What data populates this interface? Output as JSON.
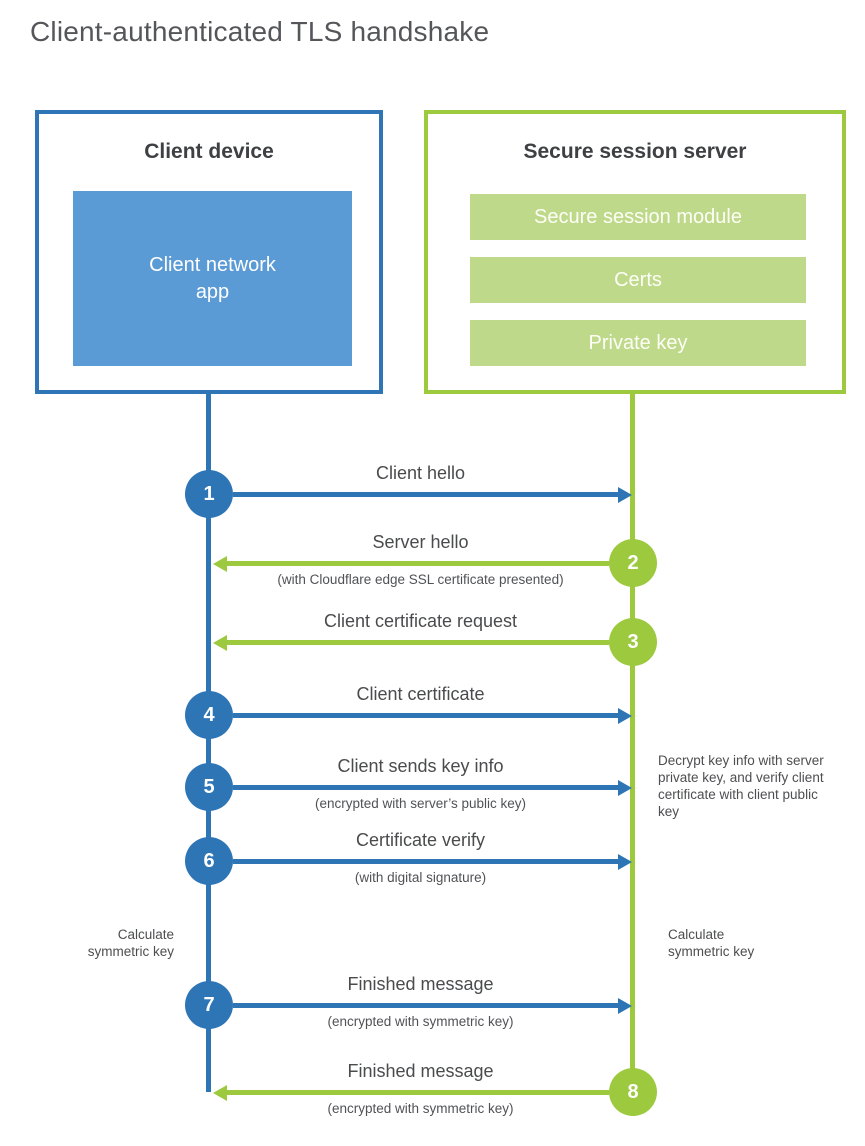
{
  "title": "Client-authenticated TLS handshake",
  "colors": {
    "client_accent": "#2e75b6",
    "client_fill": "#5b9bd5",
    "server_accent": "#9cc93e",
    "server_fill": "#bfd98a",
    "heading_text": "#55565a",
    "label_text": "#4a4b4d"
  },
  "client_box": {
    "title": "Client device",
    "app": "Client network\napp"
  },
  "server_box": {
    "title": "Secure session server",
    "modules": [
      "Secure session module",
      "Certs",
      "Private key"
    ]
  },
  "steps": [
    {
      "num": "1",
      "label": "Client hello",
      "sub": "",
      "from": "client",
      "direction": "right"
    },
    {
      "num": "2",
      "label": "Server hello",
      "sub": "(with Cloudflare edge SSL certificate presented)",
      "from": "server",
      "direction": "left"
    },
    {
      "num": "3",
      "label": "Client certificate request",
      "sub": "",
      "from": "server",
      "direction": "left"
    },
    {
      "num": "4",
      "label": "Client certificate",
      "sub": "",
      "from": "client",
      "direction": "right"
    },
    {
      "num": "5",
      "label": "Client sends key info",
      "sub": "(encrypted with server’s public key)",
      "from": "client",
      "direction": "right"
    },
    {
      "num": "6",
      "label": "Certificate verify",
      "sub": "(with digital signature)",
      "from": "client",
      "direction": "right"
    },
    {
      "num": "7",
      "label": "Finished message",
      "sub": "(encrypted with symmetric key)",
      "from": "client",
      "direction": "right"
    },
    {
      "num": "8",
      "label": "Finished message",
      "sub": "(encrypted with symmetric key)",
      "from": "server",
      "direction": "left"
    }
  ],
  "annotations": {
    "decrypt_note": "Decrypt key info with server private key, and verify client certificate with client public key",
    "calculate_left": "Calculate\nsymmetric key",
    "calculate_right": "Calculate\nsymmetric key"
  }
}
